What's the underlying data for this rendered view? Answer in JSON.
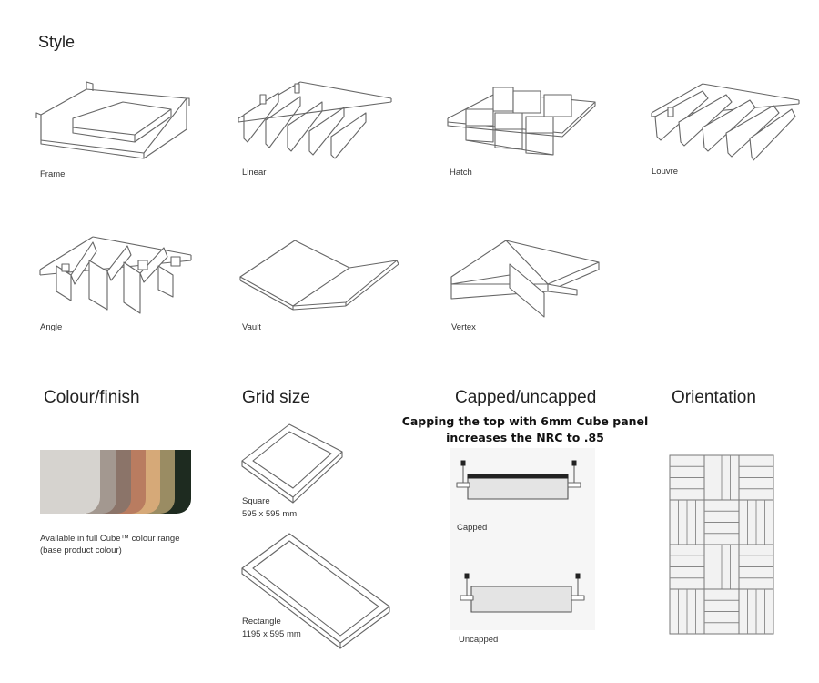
{
  "style": {
    "title": "Style",
    "items": [
      "Frame",
      "Linear",
      "Hatch",
      "Louvre",
      "Angle",
      "Vault",
      "Vertex"
    ]
  },
  "colour": {
    "title": "Colour/finish",
    "caption_line1": "Available in full Cube™ colour range",
    "caption_line2": "(base product colour)",
    "swatches": [
      "#d6d3cf",
      "#a39890",
      "#8b7469",
      "#b97c60",
      "#d6a978",
      "#9a8c63",
      "#1e2b20"
    ]
  },
  "grid": {
    "title": "Grid size",
    "square_label": "Square",
    "square_size": "595 x 595 mm",
    "rect_label": "Rectangle",
    "rect_size": "1195 x 595 mm"
  },
  "capped": {
    "title": "Capped/uncapped",
    "note_line1": "Capping the top with 6mm Cube panel",
    "note_line2": "increases the NRC to .85",
    "capped_label": "Capped",
    "uncapped_label": "Uncapped"
  },
  "orientation": {
    "title": "Orientation"
  }
}
